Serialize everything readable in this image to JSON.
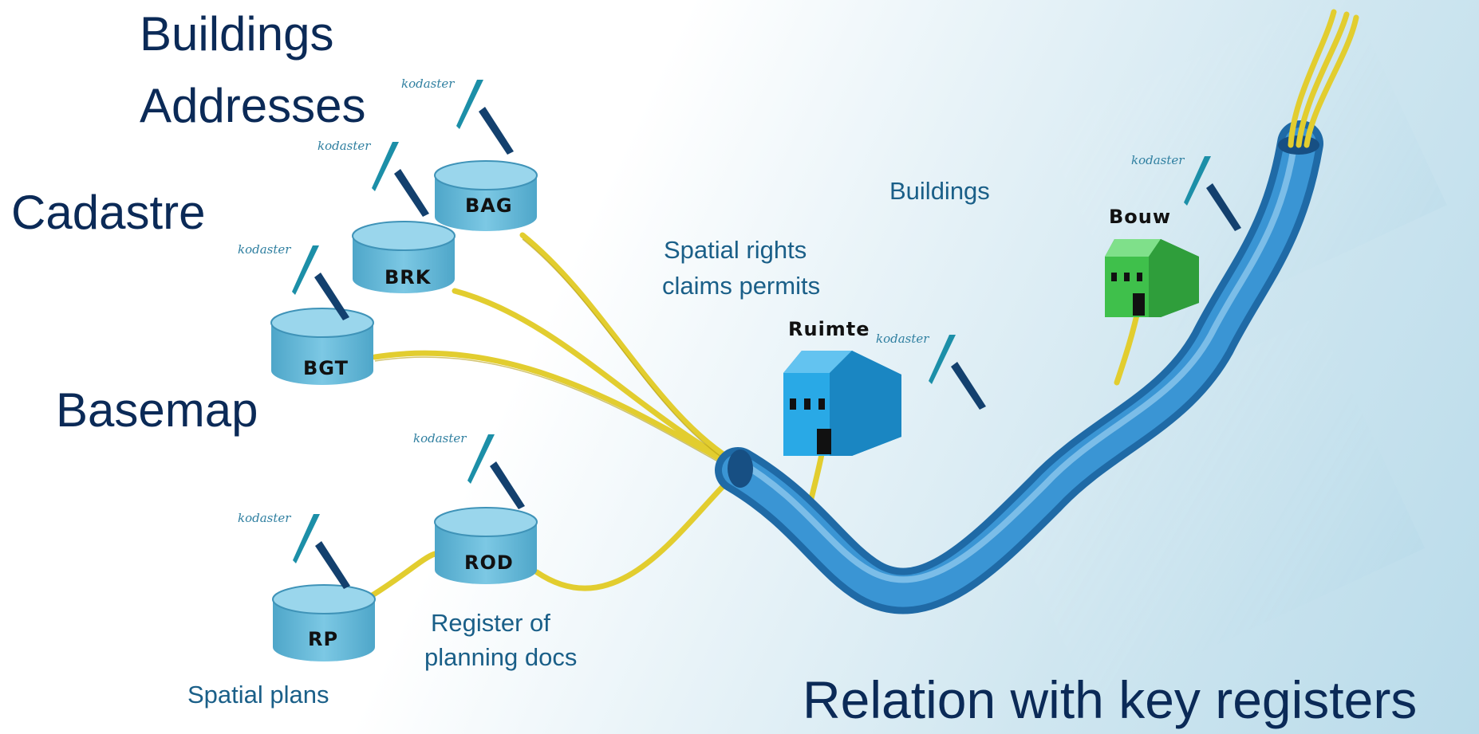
{
  "headings": {
    "buildings_addresses": [
      "Buildings",
      "Addresses"
    ],
    "cadastre": "Cadastre",
    "basemap": "Basemap"
  },
  "registers": [
    {
      "code": "BAG",
      "logo": "kodaster"
    },
    {
      "code": "BRK",
      "logo": "kodaster"
    },
    {
      "code": "BGT",
      "logo": "kodaster"
    },
    {
      "code": "ROD",
      "logo": "kodaster"
    },
    {
      "code": "RP",
      "logo": "kodaster"
    }
  ],
  "captions": {
    "rod": [
      "Register of",
      "planning docs"
    ],
    "rp": "Spatial plans",
    "ruimte_desc": [
      "Spatial rights",
      "claims permits"
    ],
    "bouw_desc": "Buildings"
  },
  "houses": [
    {
      "label": "Ruimte",
      "color": "#29a9e6",
      "logo": "kodaster"
    },
    {
      "label": "Bouw",
      "color": "#3fc04b",
      "logo": "kodaster"
    }
  ],
  "title": "Relation with key registers",
  "colors": {
    "cylinder": "#5fb7d8",
    "cable": "#2f86c6",
    "wire": "#e2cd2f",
    "dark_text": "#0b2a57",
    "caption_text": "#1a5f88"
  },
  "icons": [
    "kodaster-logo-icon",
    "database-cylinder-icon",
    "house-icon",
    "cable-icon"
  ]
}
